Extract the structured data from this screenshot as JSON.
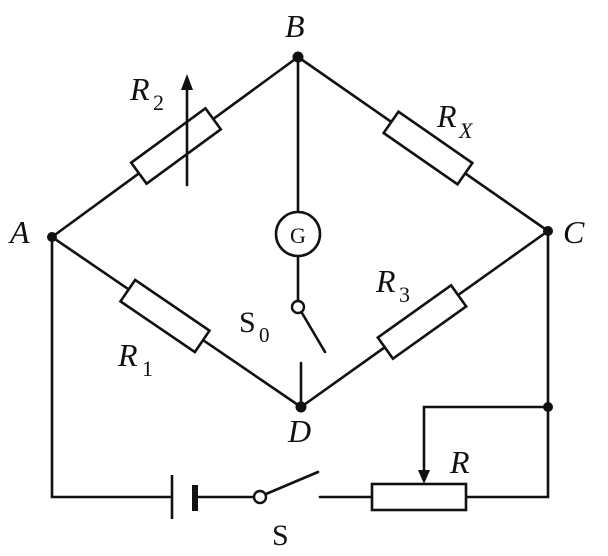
{
  "nodes": {
    "A": "A",
    "B": "B",
    "C": "C",
    "D": "D"
  },
  "components": {
    "R2": {
      "main": "R",
      "sub": "2"
    },
    "RX": {
      "main": "R",
      "sub": "X"
    },
    "R1": {
      "main": "R",
      "sub": "1"
    },
    "R3": {
      "main": "R",
      "sub": "3"
    },
    "R": {
      "main": "R"
    },
    "G": {
      "main": "G"
    },
    "S0": {
      "main": "S",
      "sub": "0"
    },
    "S": {
      "main": "S"
    }
  },
  "colors": {
    "stroke": "#111111",
    "node_dot": "#111111",
    "node_dot_accent": "#7a1a1a",
    "background": "#ffffff"
  }
}
